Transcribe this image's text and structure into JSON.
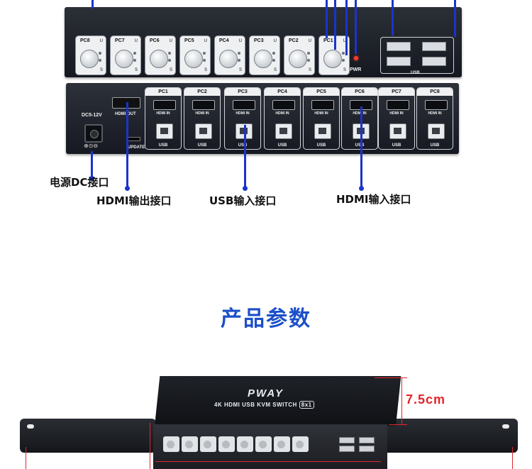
{
  "front_panel": {
    "buttons": [
      {
        "label": "PC8"
      },
      {
        "label": "PC7"
      },
      {
        "label": "PC6"
      },
      {
        "label": "PC5"
      },
      {
        "label": "PC4"
      },
      {
        "label": "PC3"
      },
      {
        "label": "PC2"
      },
      {
        "label": "PC1"
      }
    ],
    "u_label": "U",
    "s_label": "S",
    "pwr_label": "PWR",
    "usb_label": "USB"
  },
  "rear_panel": {
    "dc_label": "DC5-12V",
    "dc_symbol": "⊕⊙⊖",
    "hdmi_out_label": "HDMI OUT",
    "update_label": "UPDATE",
    "ports": [
      {
        "label": "PC1"
      },
      {
        "label": "PC2"
      },
      {
        "label": "PC3"
      },
      {
        "label": "PC4"
      },
      {
        "label": "PC5"
      },
      {
        "label": "PC6"
      },
      {
        "label": "PC7"
      },
      {
        "label": "PC8"
      }
    ],
    "hdmi_in_label": "HDMI IN",
    "usb_label": "USB"
  },
  "callouts": {
    "dc": "电源DC接口",
    "hdmi_out": "HDMI输出接口",
    "usb_in": "USB输入接口",
    "hdmi_in": "HDMI输入接口"
  },
  "section_heading": "产品参数",
  "product": {
    "brand": "PWAY",
    "model": "4K HDMI USB KVM SWITCH",
    "model_badge": "8x1",
    "height_dim": "7.5cm"
  },
  "colors": {
    "pointer": "#1b34c9",
    "heading": "#1b4fc9",
    "dimension": "#e3252b",
    "device": "#1d2027"
  }
}
